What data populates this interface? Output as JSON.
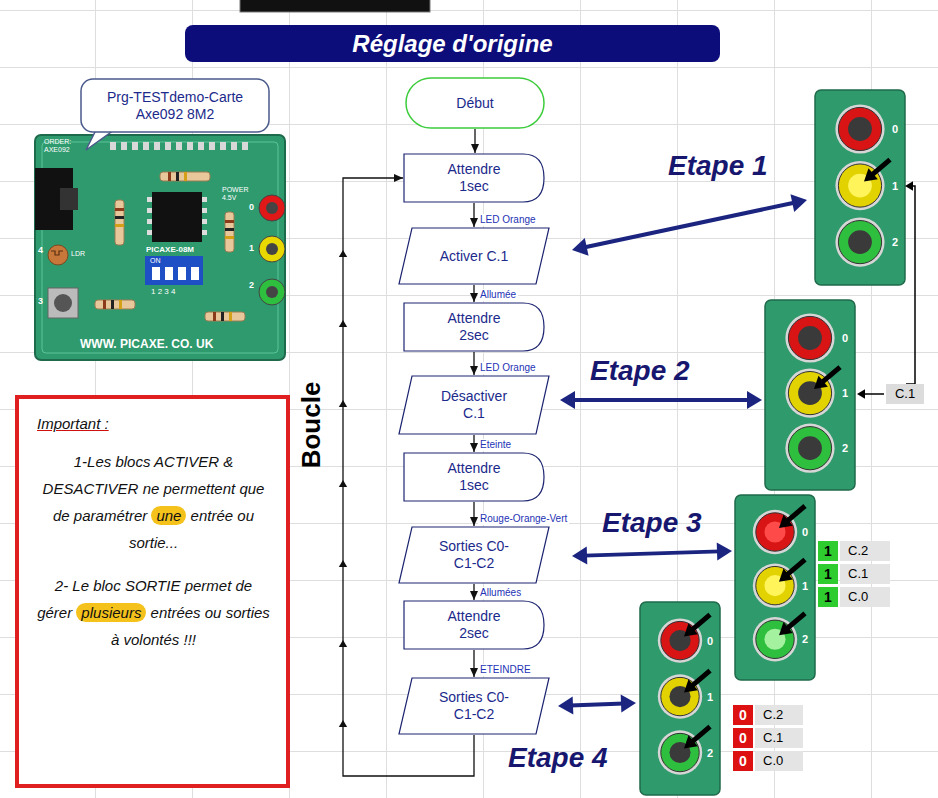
{
  "diagram": {
    "title": "Réglage d'origine",
    "nodes": [
      {
        "text": [
          "Prg-TESTdemo-Carte Axe092 8M2"
        ]
      },
      {
        "text": [
          "Début"
        ]
      },
      {
        "text": [
          "Attendre 1sec"
        ]
      },
      {
        "text": [
          "Activer C.1"
        ]
      },
      {
        "text": [
          "Attendre 2sec"
        ]
      },
      {
        "text": [
          "Désactiver C.1"
        ]
      },
      {
        "text": [
          "Attendre 1sec"
        ]
      },
      {
        "text": [
          "Sorties C0- C1-C2"
        ]
      },
      {
        "text": [
          "Attendre 2sec"
        ]
      },
      {
        "text": [
          "Sorties C0- C1-C2"
        ]
      },
      {
        "text": [
          "Important :",
          "1-Les blocs ACTIVER & DESACTIVER ne permettent que de paramétrer une entrée ou sortie...",
          "2- Le bloc SORTIE permet de gérer plusieurs entrées ou sorties à volontés !!!"
        ]
      }
    ],
    "edges": [
      {
        "from": 1,
        "to": 2,
        "arrow": "to"
      },
      {
        "from": 2,
        "to": 3,
        "arrow": "to",
        "label": "LED Orange"
      },
      {
        "from": 3,
        "to": 4,
        "arrow": "to",
        "label": "Allumée"
      },
      {
        "from": 4,
        "to": 5,
        "arrow": "to",
        "label": "LED Orange"
      },
      {
        "from": 5,
        "to": 6,
        "arrow": "to",
        "label": "Eteinte"
      },
      {
        "from": 6,
        "to": 7,
        "arrow": "to",
        "label": "Rouge-Orange-Vert"
      },
      {
        "from": 7,
        "to": 8,
        "arrow": "to",
        "label": "Allumées"
      },
      {
        "from": 8,
        "to": 9,
        "arrow": "to",
        "label": "ETEINDRE"
      },
      {
        "from": 9,
        "to": 2,
        "arrow": "to"
      }
    ],
    "labels": [
      "Boucle",
      "Etape 1",
      "Etape 2",
      "Etape 3",
      "Etape 4",
      "C.1",
      "1",
      "C.2",
      "1",
      "C.1",
      "1",
      "C.0",
      "0",
      "C.2",
      "0",
      "C.1",
      "0",
      "C.0",
      "ORDER: AXE092",
      "POWER 4.5V",
      "PICAXE-08M",
      "ON",
      "1 2 3 4",
      "LDR",
      "WWW. PICAXE. CO. UK",
      "0",
      "1",
      "2",
      "3",
      "4",
      "0",
      "1",
      "2",
      "0",
      "1",
      "2",
      "0",
      "1",
      "2",
      "0",
      "1",
      "2"
    ]
  }
}
